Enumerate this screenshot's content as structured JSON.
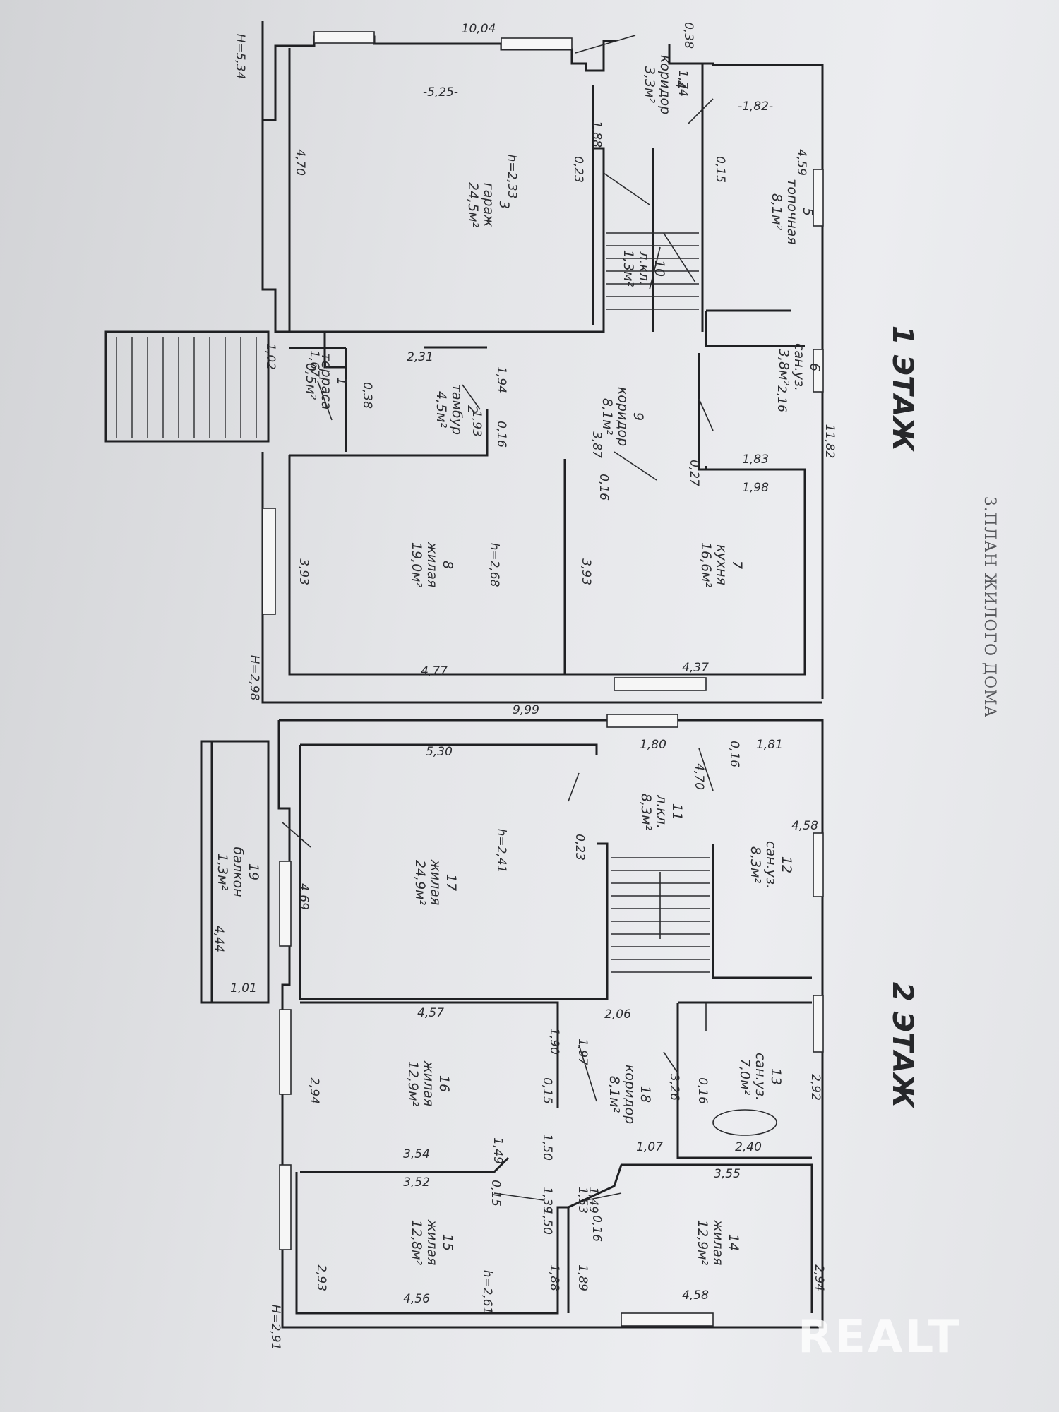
{
  "floor1_title": "1 ЭТАЖ",
  "floor2_title": "2 ЭТАЖ",
  "plan_caption": "3.ПЛАН ЖИЛОГО ДОМА",
  "watermark": "REALT",
  "floor1_rooms": [
    {
      "num": "1",
      "name": "терраса",
      "area": "0,5м²"
    },
    {
      "num": "2",
      "name": "тамбур",
      "area": "4,5м²"
    },
    {
      "num": "3",
      "name": "гараж",
      "area": "24,5м²"
    },
    {
      "num": "4",
      "name": "коридор",
      "area": "3,3м²"
    },
    {
      "num": "5",
      "name": "топочная",
      "area": "8,1м²"
    },
    {
      "num": "6",
      "name": "сан.уз.",
      "area": "3,8м²"
    },
    {
      "num": "7",
      "name": "кухня",
      "area": "16,6м²"
    },
    {
      "num": "8",
      "name": "жилая",
      "area": "19,0м²"
    },
    {
      "num": "9",
      "name": "коридор",
      "area": "8,1м²"
    },
    {
      "num": "10",
      "name": "л.кл.",
      "area": "1,3м²"
    }
  ],
  "floor2_rooms": [
    {
      "num": "11",
      "name": "л.кл.",
      "area": "8,3м²"
    },
    {
      "num": "12",
      "name": "сан.уз.",
      "area": "8,3м²"
    },
    {
      "num": "13",
      "name": "сан.уз.",
      "area": "7,0м²"
    },
    {
      "num": "14",
      "name": "жилая",
      "area": "12,9м²"
    },
    {
      "num": "15",
      "name": "жилая",
      "area": "12,8м²"
    },
    {
      "num": "16",
      "name": "жилая",
      "area": "12,9м²"
    },
    {
      "num": "17",
      "name": "жилая",
      "area": "24,9м²"
    },
    {
      "num": "18",
      "name": "коридор",
      "area": "8,1м²"
    },
    {
      "num": "19",
      "name": "балкон",
      "area": "1,3м²"
    }
  ],
  "floor1_dims": [
    "10,04",
    "0,38",
    "1,74",
    "-5,25-",
    "-1,82-",
    "4,70",
    "1,88",
    "4,59",
    "0,23",
    "0,15",
    "h=2,33",
    "H=5,34",
    "1,02",
    "1,67",
    "2,31",
    "1,94",
    "0,38",
    "1,93",
    "0,16",
    "2,16",
    "3,87",
    "0,16",
    "0,27",
    "1,83",
    "1,98",
    "11,82",
    "3,93",
    "3,93",
    "h=2,68",
    "4,77",
    "4,37",
    "H=2,98",
    "9,99"
  ],
  "floor2_dims": [
    "5,30",
    "1,80",
    "0,16",
    "1,81",
    "4,70",
    "0,23",
    "4,58",
    "h=2,41",
    "4,69",
    "4,44",
    "1,01",
    "4,57",
    "2,06",
    "1,90",
    "1,97",
    "2,94",
    "0,15",
    "3,26",
    "0,16",
    "2,92",
    "1,50",
    "1,49",
    "1,07",
    "2,40",
    "3,54",
    "3,52",
    "0,15",
    "1,39",
    "1,53",
    "1,49",
    "3,55",
    "1,50",
    "0,16",
    "2,93",
    "1,88",
    "1,89",
    "h=2,61",
    "2,94",
    "4,56",
    "4,58",
    "H=2,91"
  ]
}
